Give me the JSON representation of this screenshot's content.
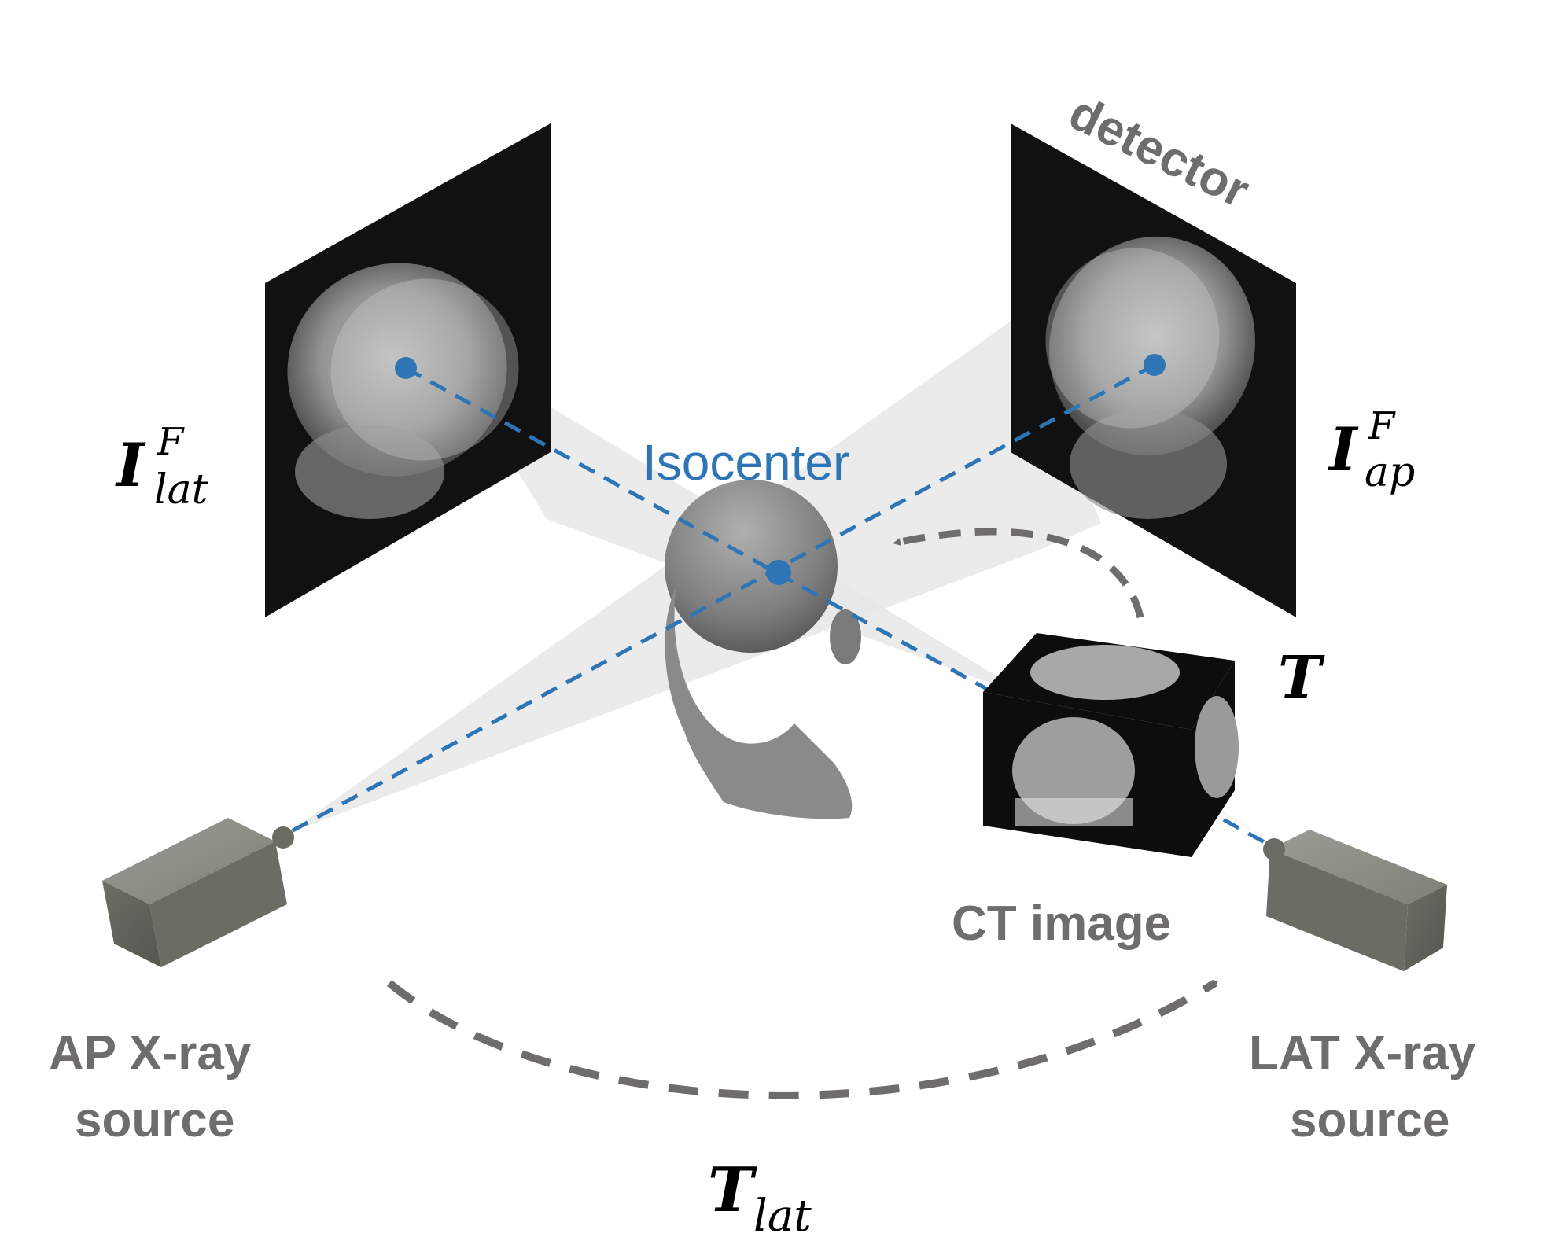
{
  "labels": {
    "detector": "detector",
    "isocenter": "Isocenter",
    "ct_image": "CT image",
    "ap_source_line1": "AP X-ray",
    "ap_source_line2": "source",
    "lat_source_line1": "LAT X-ray",
    "lat_source_line2": "source"
  },
  "math": {
    "lat_image_base": "I",
    "lat_image_sup": "F",
    "lat_image_sub": "lat",
    "ap_image_base": "I",
    "ap_image_sup": "F",
    "ap_image_sub": "ap",
    "transform": "T",
    "lat_transform_base": "T",
    "lat_transform_sub": "lat"
  },
  "colors": {
    "beam_line": "#2e75b6",
    "isocenter_text": "#2e75b6",
    "label_gray": "#6f6d6c",
    "arrow_gray": "#6f6d6c",
    "beam_cone": "#e6e6e6",
    "detector_panel": "#111111",
    "source_box": "#77786f"
  },
  "icons": {
    "head": "head-model-icon",
    "ct_volume": "ct-volume-cube-icon",
    "ap_source": "xray-source-icon",
    "lat_source": "xray-source-icon"
  }
}
